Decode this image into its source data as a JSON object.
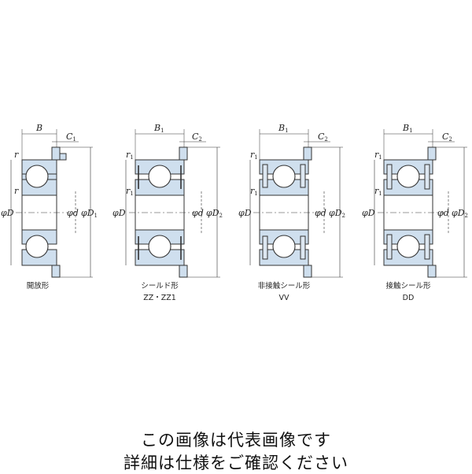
{
  "labels": {
    "B": "B",
    "B1": "B",
    "B1_sub": "1",
    "C1": "C",
    "C1_sub": "1",
    "C2": "C",
    "C2_sub": "2",
    "r": "r",
    "r1": "r",
    "r1_sub": "1",
    "phiD": "φD",
    "phid": "φd",
    "phiD1": "φD",
    "phiD1_sub": "1",
    "phiD2": "φD",
    "phiD2_sub": "2"
  },
  "captions": {
    "open": "開放形",
    "shield": "シールド形",
    "shield_code": "ZZ・ZZ1",
    "noncontact": "非接触シール形",
    "noncontact_code": "VV",
    "contact": "接触シール形",
    "contact_code": "DD"
  },
  "notice": {
    "line1": "この画像は代表画像です",
    "line2": "詳細は仕様をご確認ください"
  },
  "colors": {
    "ring_fill": "#cfdfee",
    "ring_stroke": "#333333",
    "shield_fill": "#ffffff",
    "seal_fill": "#dde7f1"
  }
}
